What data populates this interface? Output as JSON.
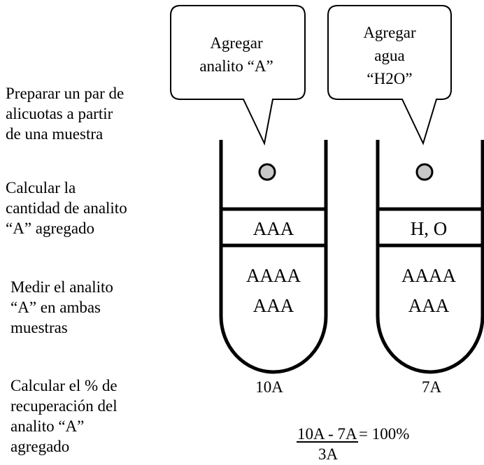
{
  "steps": [
    "Preparar un par de\nalicuotas a partir\nde una muestra",
    "Calcular la\ncantidad de analito\n“A” agregado",
    "Medir el analito\n“A” en ambas\nmuestras",
    "Calcular el % de\nrecuperación del\nanalito “A”\nagregado"
  ],
  "bubble_left": [
    "Agregar",
    "analito “A”"
  ],
  "bubble_right": [
    "Agregar",
    "agua",
    "“H2O”"
  ],
  "tube_left": {
    "top_layer": "AAA",
    "bottom_layer": [
      "AAAA",
      "AAA"
    ],
    "caption": "10A"
  },
  "tube_right": {
    "top_layer": "H, O",
    "bottom_layer": [
      "AAAA",
      "AAA"
    ],
    "caption": "7A"
  },
  "formula": {
    "numerator": "10A - 7A",
    "result": "= 100%",
    "denominator": "3A"
  }
}
